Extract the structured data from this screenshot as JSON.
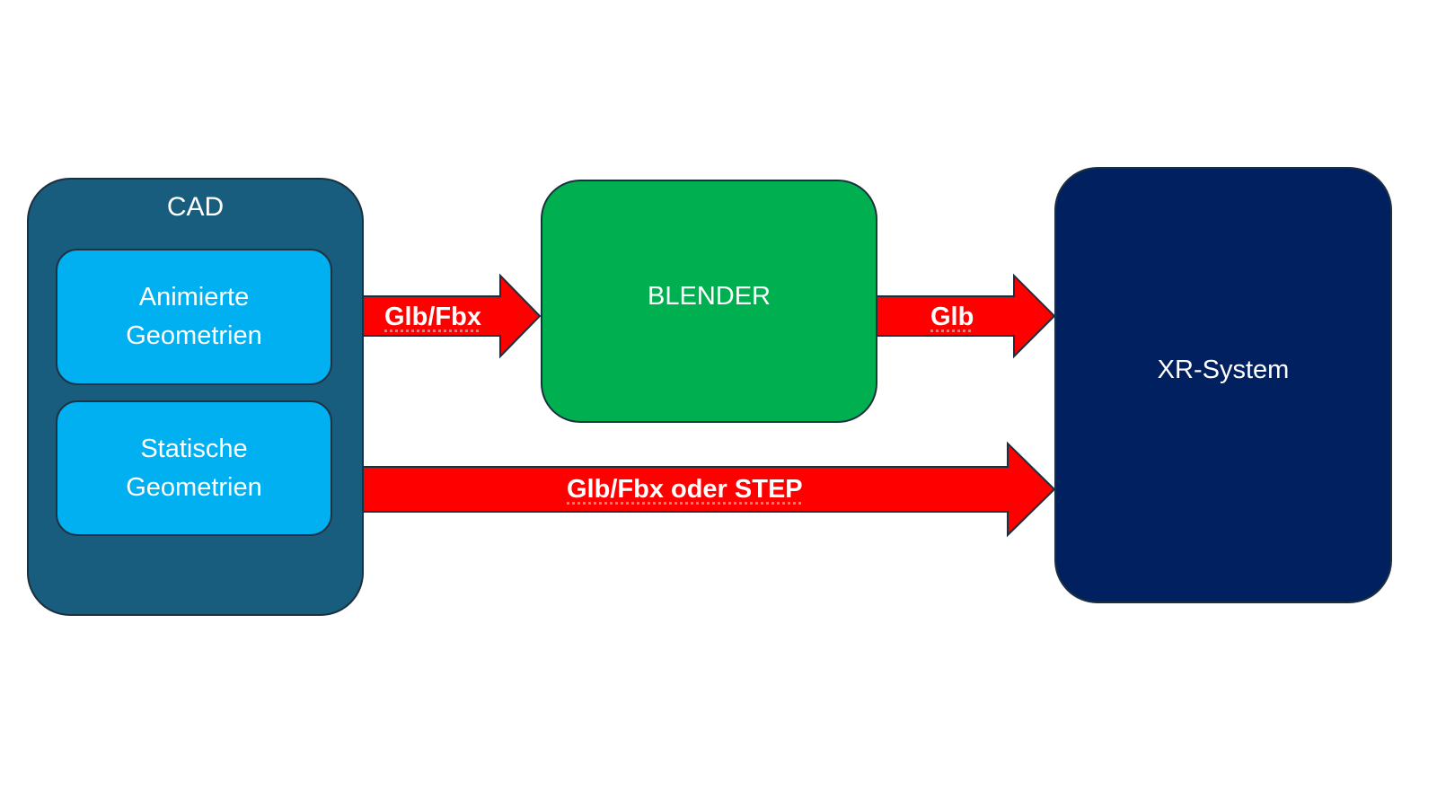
{
  "diagram": {
    "nodes": {
      "cad": {
        "label": "CAD",
        "color": "#185d7e"
      },
      "animated": {
        "line1": "Animierte",
        "line2": "Geometrien",
        "color": "#00b0f0"
      },
      "static": {
        "line1": "Statische",
        "line2": "Geometrien",
        "color": "#00b0f0"
      },
      "blender": {
        "label": "BLENDER",
        "color": "#00b050"
      },
      "xr": {
        "label": "XR-System",
        "color": "#002060"
      }
    },
    "edges": [
      {
        "from": "Animierte Geometrien",
        "to": "BLENDER",
        "label": "Glb/Fbx",
        "color": "#ff0000"
      },
      {
        "from": "BLENDER",
        "to": "XR-System",
        "label": "Glb",
        "color": "#ff0000"
      },
      {
        "from": "Statische Geometrien",
        "to": "XR-System",
        "label": "Glb/Fbx oder STEP",
        "color": "#ff0000"
      }
    ]
  }
}
